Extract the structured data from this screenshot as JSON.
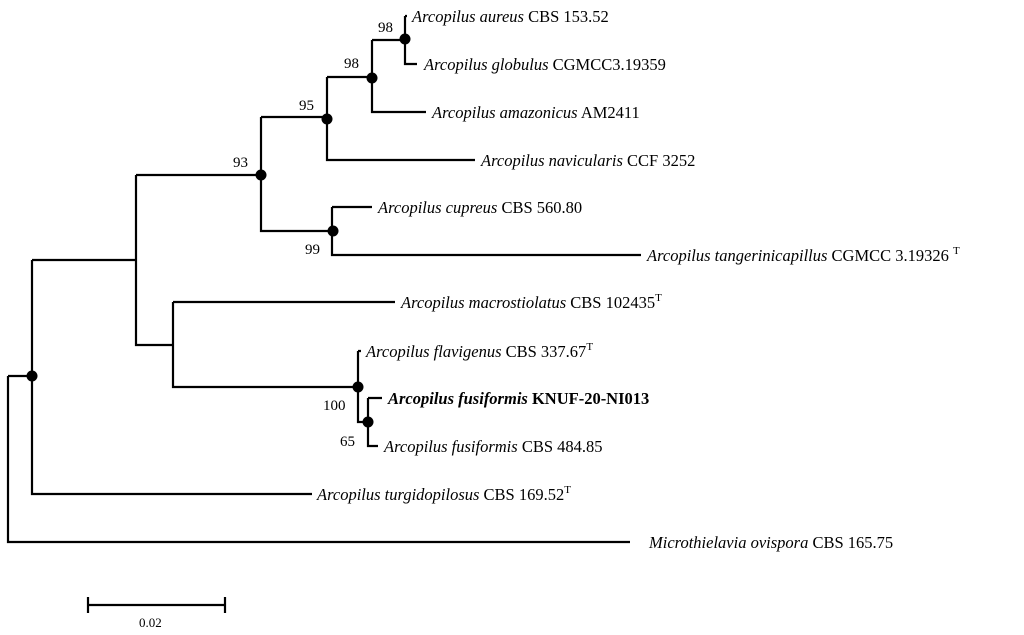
{
  "taxa": [
    {
      "species": "Arcopilus aureus",
      "strain": "CBS 153.52",
      "type": ""
    },
    {
      "species": "Arcopilus globulus",
      "strain": "CGMCC3.19359",
      "type": ""
    },
    {
      "species": "Arcopilus amazonicus",
      "strain": "AM2411",
      "type": ""
    },
    {
      "species": "Arcopilus navicularis",
      "strain": "CCF 3252",
      "type": ""
    },
    {
      "species": "Arcopilus cupreus",
      "strain": "CBS 560.80",
      "type": ""
    },
    {
      "species": "Arcopilus tangerinicapillus",
      "strain": "CGMCC 3.19326",
      "type": "T"
    },
    {
      "species": "Arcopilus macrostiolatus",
      "strain": "CBS 102435",
      "type": "T"
    },
    {
      "species": "Arcopilus flavigenus",
      "strain": "CBS 337.67",
      "type": "T"
    },
    {
      "species": "Arcopilus fusiformis",
      "strain": "KNUF-20-NI013",
      "type": "",
      "highlight": true
    },
    {
      "species": "Arcopilus fusiformis",
      "strain": "CBS 484.85",
      "type": ""
    },
    {
      "species": "Arcopilus turgidopilosus",
      "strain": "CBS 169.52",
      "type": "T"
    },
    {
      "species": "Microthielavia ovispora",
      "strain": "CBS 165.75",
      "type": ""
    }
  ],
  "bootstrap": {
    "aureus_globulus": "98",
    "plus_amazonicus": "98",
    "plus_navicularis": "95",
    "upper_clade": "93",
    "cupreus_tangerinicapillus": "99",
    "flavigenus_fusiformis": "100",
    "fusiformis": "65"
  },
  "scale_bar": {
    "label": "0.02",
    "value": 0.02
  }
}
